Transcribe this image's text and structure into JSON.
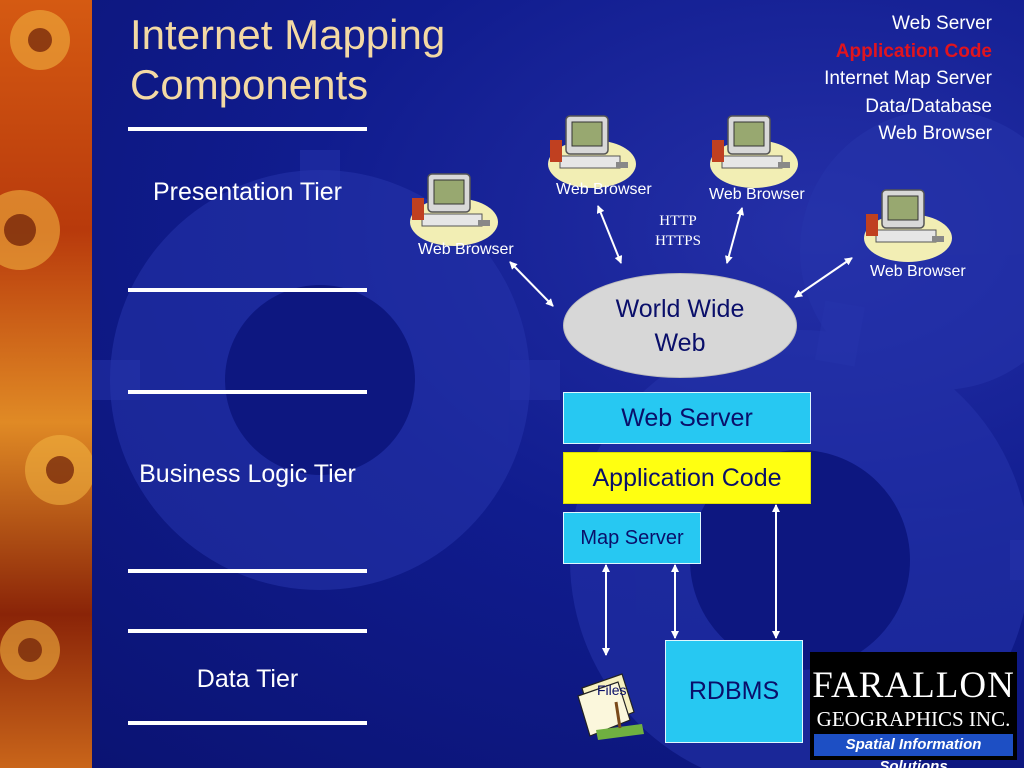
{
  "title": {
    "line1": "Internet Mapping",
    "line2": "Components"
  },
  "tiers": {
    "presentation": "Presentation Tier",
    "business": "Business Logic Tier",
    "data": "Data Tier"
  },
  "legend": {
    "items": [
      "Web Server",
      "Application Code",
      "Internet Map Server",
      "Data/Database",
      "Web Browser"
    ],
    "highlight_color": "#e1141e"
  },
  "diagram": {
    "browser_label": "Web Browser",
    "protocol": {
      "line1": "HTTP",
      "line2": "HTTPS"
    },
    "www": {
      "line1": "World Wide",
      "line2": "Web"
    },
    "web_server": "Web Server",
    "application_code": "Application Code",
    "map_server": "Map Server",
    "rdbms": "RDBMS",
    "files": "Files"
  },
  "logo": {
    "name": "FARALLON",
    "sub": "GEOGRAPHICS INC.",
    "tagline": "Spatial Information Solutions"
  },
  "colors": {
    "background": "#101c8e",
    "title": "#f3d9a4",
    "cyan_box": "#27c8f2",
    "yellow_box": "#ffff11"
  }
}
